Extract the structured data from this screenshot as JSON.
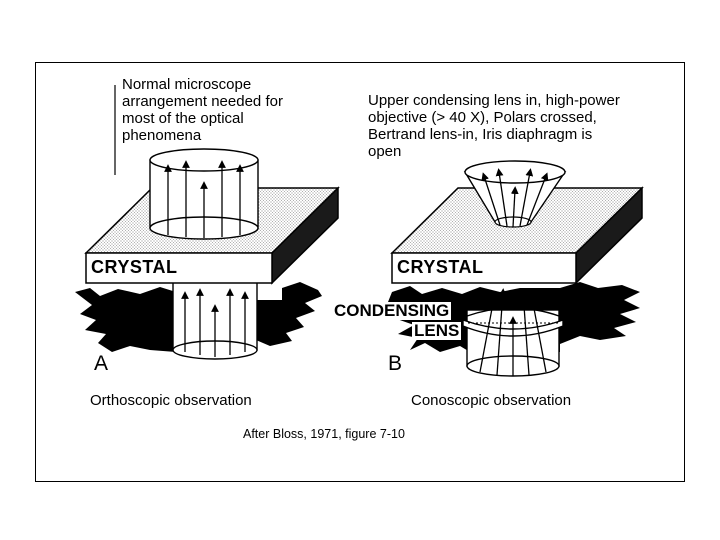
{
  "left": {
    "description": "Normal microscope\narrangement needed for\nmost of the optical\nphenomena",
    "crystal_label": "CRYSTAL",
    "panel_letter": "A",
    "caption": "Orthoscopic observation"
  },
  "right": {
    "description": "Upper condensing lens in, high-power\nobjective (> 40 X), Polars crossed,\nBertrand lens-in, Iris diaphragm is\nopen",
    "crystal_label": "CRYSTAL",
    "lens_label_1": "CONDENSING",
    "lens_label_2": "LENS",
    "panel_letter": "B",
    "caption": "Conoscopic observation"
  },
  "credit": "After Bloss, 1971, figure 7-10"
}
